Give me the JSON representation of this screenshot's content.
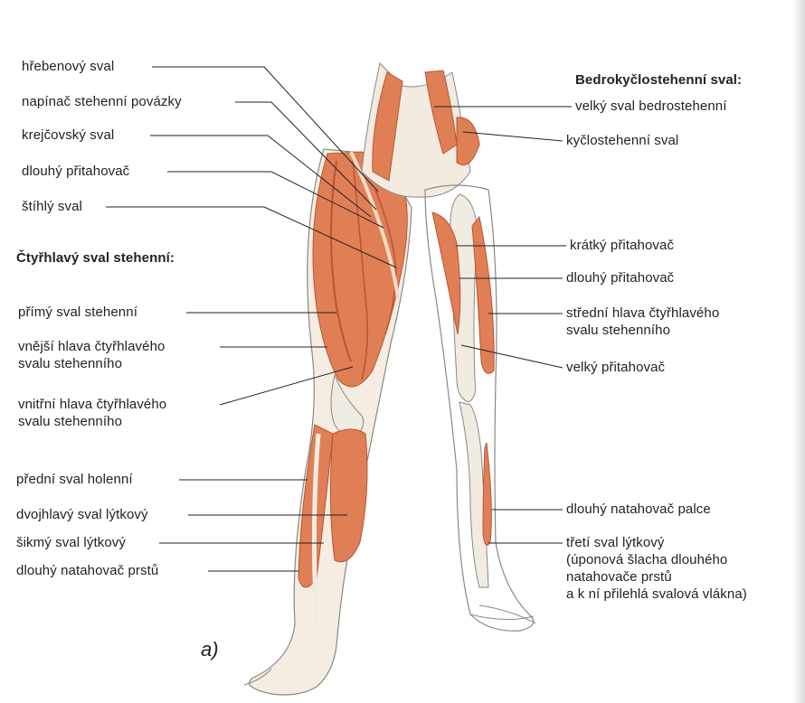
{
  "colors": {
    "muscle": "#e07f55",
    "muscle_dark": "#b85632",
    "bone": "#f1ece2",
    "outline": "#777777",
    "leader": "#222222"
  },
  "left_group_heading": "Čtyřhlavý sval stehenní:",
  "right_group_heading": "Bedrokyčlostehenní sval:",
  "left_labels": [
    {
      "key": "hrebenovy",
      "text": "hřebenový sval"
    },
    {
      "key": "napinac",
      "text": "napínač stehenní povázky"
    },
    {
      "key": "krejcovsky",
      "text": "krejčovský sval"
    },
    {
      "key": "dlouhy_pritahovac_l",
      "text": "dlouhý přitahovač"
    },
    {
      "key": "stihly",
      "text": "štíhlý sval"
    },
    {
      "key": "primy",
      "text": "přímý sval stehenní"
    },
    {
      "key": "vnejsi",
      "text": "vnější hlava čtyřhlavého\nsvalu stehenního"
    },
    {
      "key": "vnitrni",
      "text": "vnitřní hlava čtyřhlavého\nsvalu stehenního"
    },
    {
      "key": "predni",
      "text": "přední sval holenní"
    },
    {
      "key": "dvojhlavy",
      "text": "dvojhlavý sval lýtkový"
    },
    {
      "key": "sikmy",
      "text": "šikmý sval lýtkový"
    },
    {
      "key": "natahovac_prstu",
      "text": "dlouhý natahovač prstů"
    }
  ],
  "right_labels": [
    {
      "key": "velky_bedro",
      "text": "velký sval bedrostehenní"
    },
    {
      "key": "kycelni",
      "text": "kyčlostehenní sval"
    },
    {
      "key": "kratky",
      "text": "krátký přitahovač"
    },
    {
      "key": "dlouhy_pritahovac_r",
      "text": "dlouhý přitahovač"
    },
    {
      "key": "stredni",
      "text": "střední hlava čtyřhlavého\nsvalu stehenního"
    },
    {
      "key": "velky_pritahovac",
      "text": "velký přitahovač"
    },
    {
      "key": "natahovac_palce",
      "text": "dlouhý natahovač palce"
    },
    {
      "key": "treti",
      "text": "třetí sval lýtkový\n(úponová šlacha dlouhého\nnatahovače prstů\na k ní přilehlá svalová vlákna)"
    }
  ],
  "caption": "a)"
}
